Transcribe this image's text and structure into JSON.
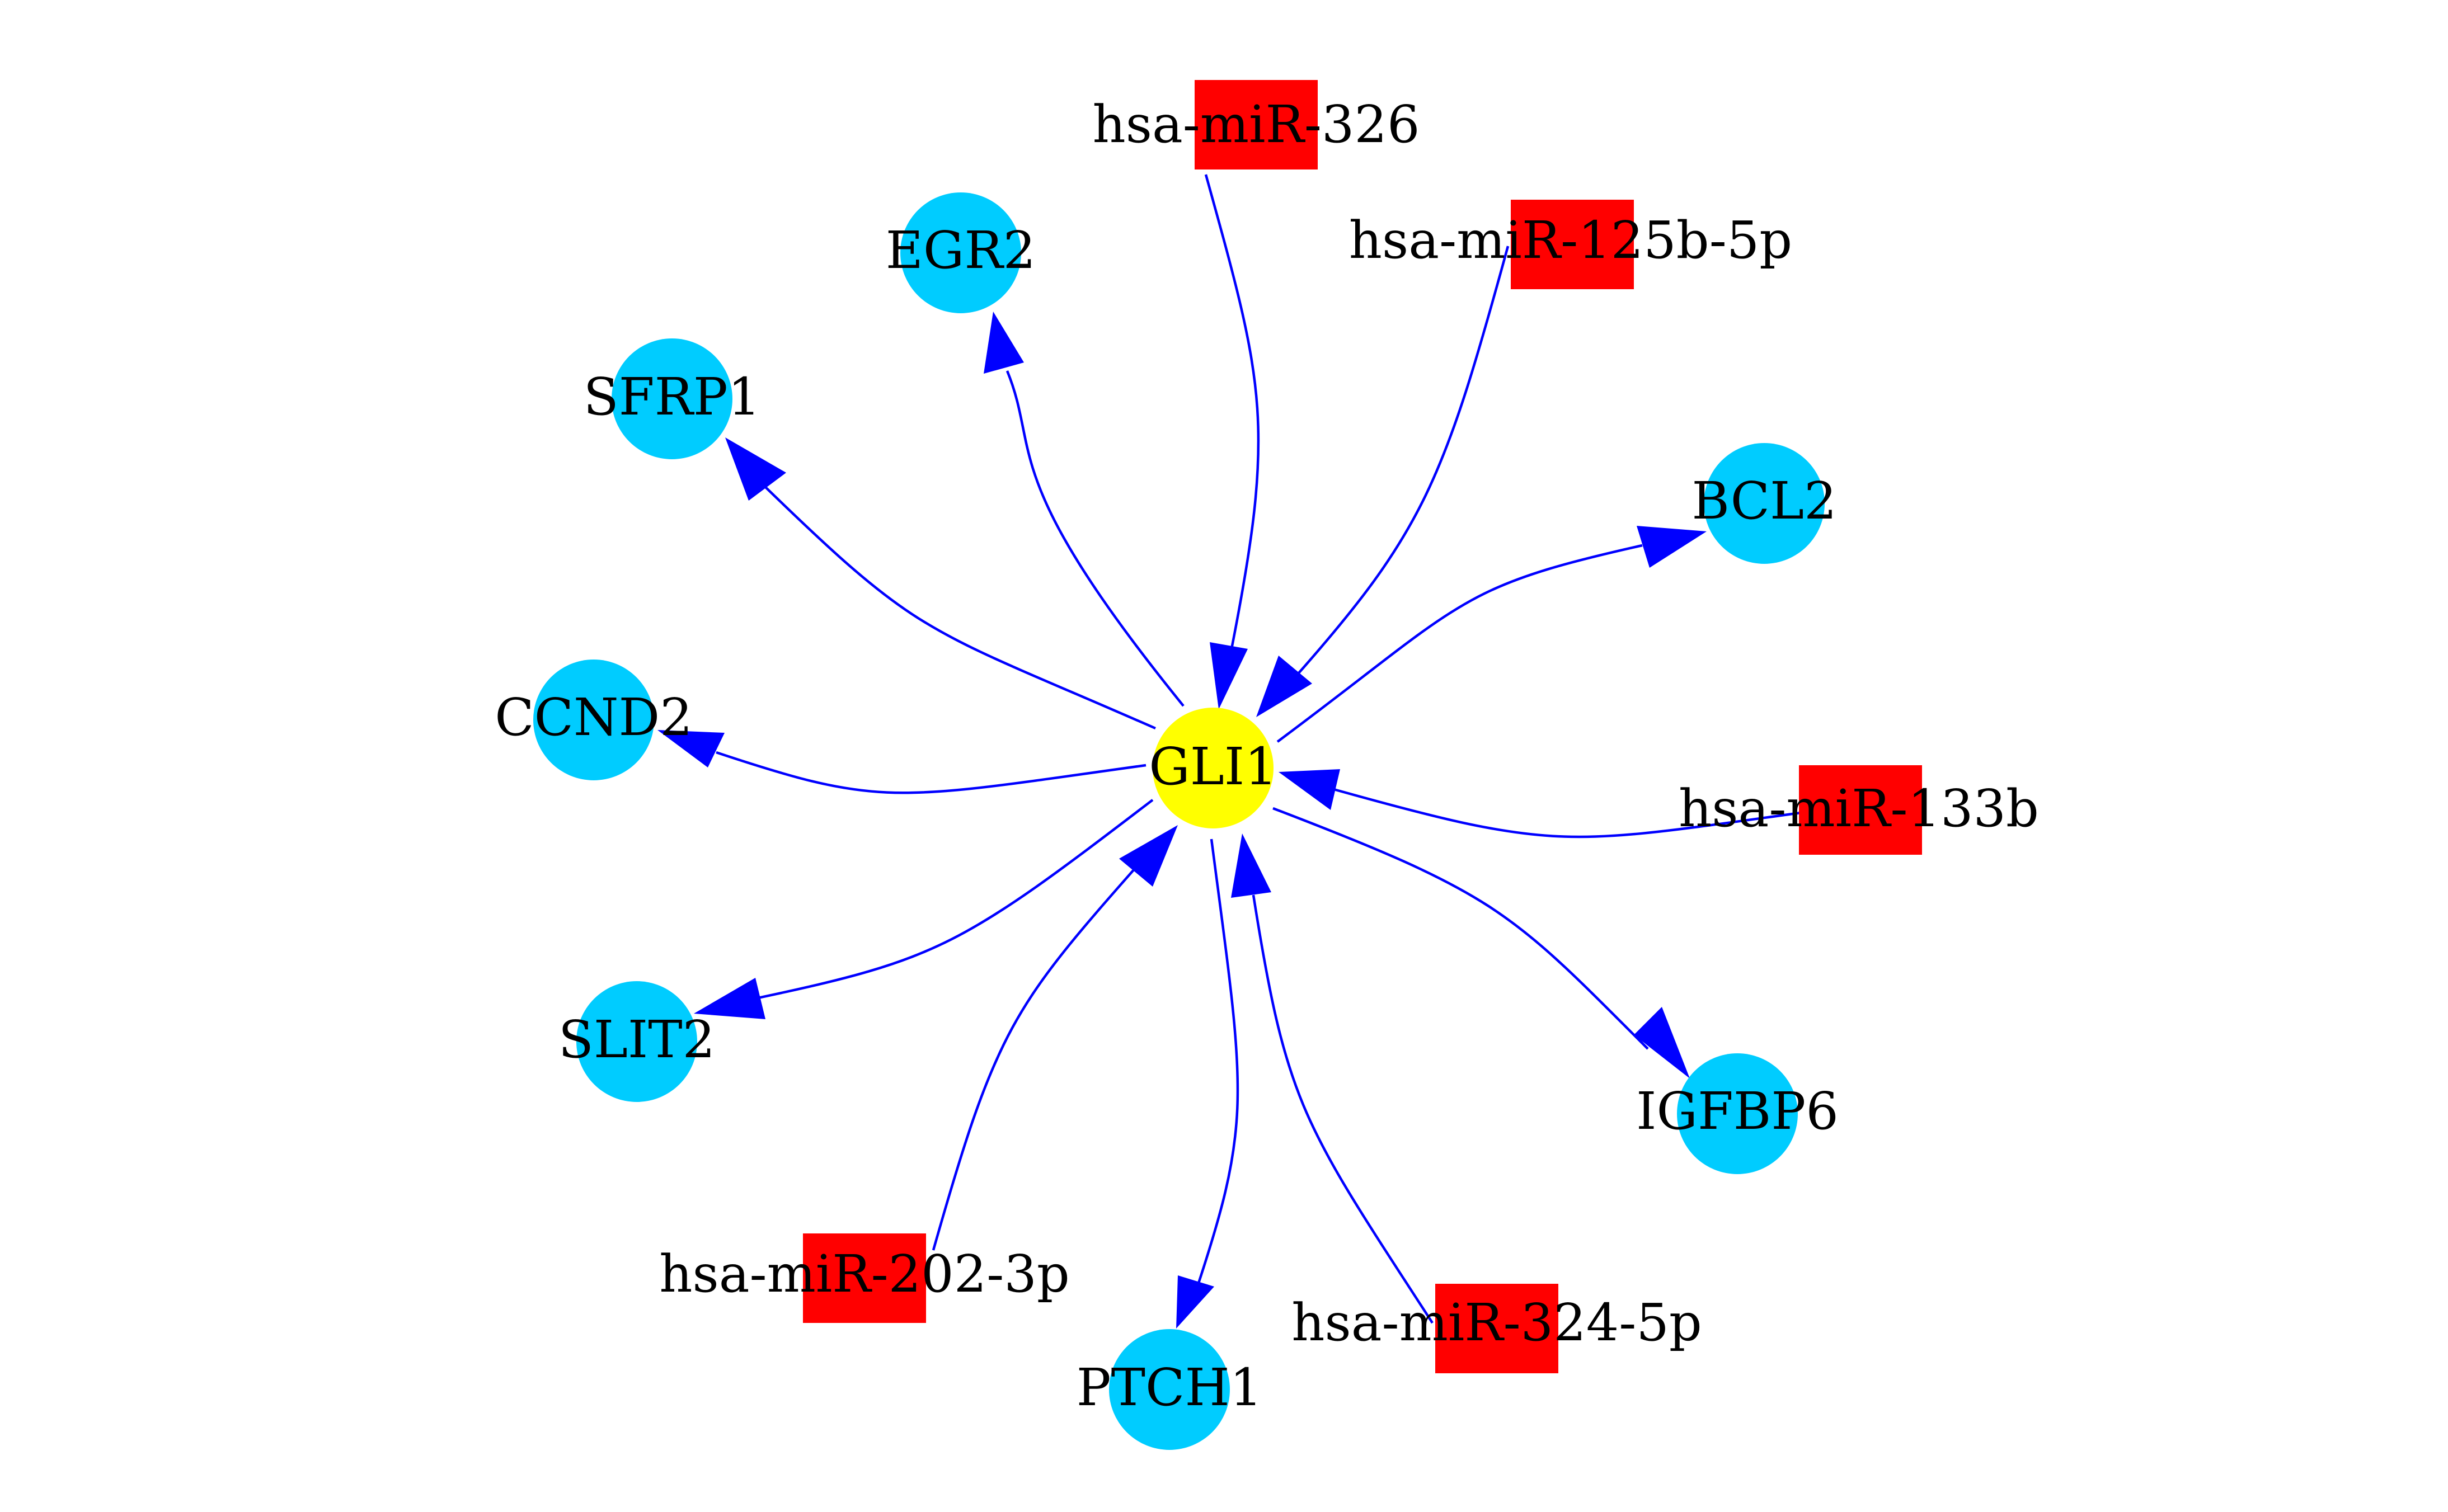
{
  "colors": {
    "gene_node": "#00ccff",
    "hub_node": "#ffff00",
    "mirna_node": "#ff0000",
    "edge": "#0000ff",
    "label": "#000000"
  },
  "nodes": {
    "gli1": {
      "label": "GLI1",
      "shape": "circle",
      "role": "hub"
    },
    "egr2": {
      "label": "EGR2",
      "shape": "circle",
      "role": "gene"
    },
    "sfrp1": {
      "label": "SFRP1",
      "shape": "circle",
      "role": "gene"
    },
    "bcl2": {
      "label": "BCL2",
      "shape": "circle",
      "role": "gene"
    },
    "ccnd2": {
      "label": "CCND2",
      "shape": "circle",
      "role": "gene"
    },
    "slit2": {
      "label": "SLIT2",
      "shape": "circle",
      "role": "gene"
    },
    "igfbp6": {
      "label": "IGFBP6",
      "shape": "circle",
      "role": "gene"
    },
    "ptch1": {
      "label": "PTCH1",
      "shape": "circle",
      "role": "gene"
    },
    "mir326": {
      "label": "hsa-miR-326",
      "shape": "square",
      "role": "mirna"
    },
    "mir125b": {
      "label": "hsa-miR-125b-5p",
      "shape": "square",
      "role": "mirna"
    },
    "mir133b": {
      "label": "hsa-miR-133b",
      "shape": "square",
      "role": "mirna"
    },
    "mir202": {
      "label": "hsa-miR-202-3p",
      "shape": "square",
      "role": "mirna"
    },
    "mir324": {
      "label": "hsa-miR-324-5p",
      "shape": "square",
      "role": "mirna"
    }
  },
  "edges": [
    {
      "from": "gli1",
      "to": "egr2"
    },
    {
      "from": "gli1",
      "to": "sfrp1"
    },
    {
      "from": "gli1",
      "to": "ccnd2"
    },
    {
      "from": "gli1",
      "to": "slit2"
    },
    {
      "from": "gli1",
      "to": "bcl2"
    },
    {
      "from": "gli1",
      "to": "igfbp6"
    },
    {
      "from": "gli1",
      "to": "ptch1"
    },
    {
      "from": "mir326",
      "to": "gli1"
    },
    {
      "from": "mir125b",
      "to": "gli1"
    },
    {
      "from": "mir133b",
      "to": "gli1"
    },
    {
      "from": "mir202",
      "to": "gli1"
    },
    {
      "from": "mir324",
      "to": "gli1"
    }
  ]
}
